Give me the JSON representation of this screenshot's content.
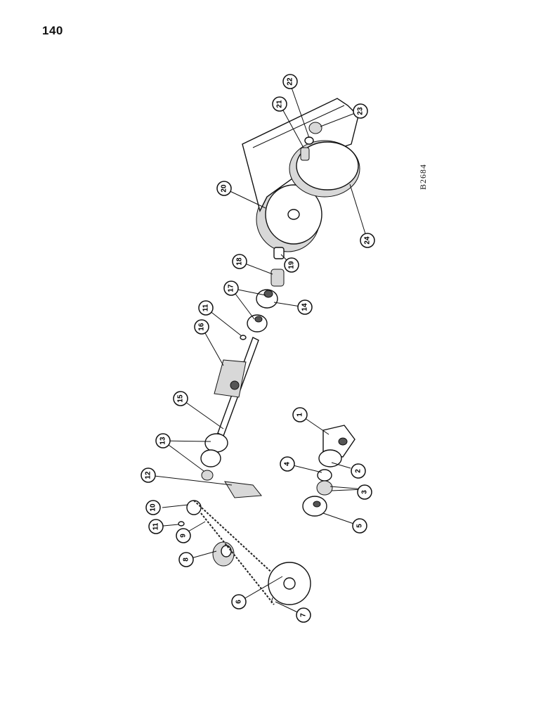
{
  "page": {
    "number": "140",
    "figure_code": "B2684"
  },
  "callouts": [
    {
      "label": "1"
    },
    {
      "label": "2"
    },
    {
      "label": "3"
    },
    {
      "label": "4"
    },
    {
      "label": "5"
    },
    {
      "label": "6"
    },
    {
      "label": "7"
    },
    {
      "label": "8"
    },
    {
      "label": "9"
    },
    {
      "label": "10"
    },
    {
      "label": "11"
    },
    {
      "label": "11"
    },
    {
      "label": "12"
    },
    {
      "label": "13"
    },
    {
      "label": "14"
    },
    {
      "label": "15"
    },
    {
      "label": "16"
    },
    {
      "label": "17"
    },
    {
      "label": "18"
    },
    {
      "label": "19"
    },
    {
      "label": "20"
    },
    {
      "label": "21"
    },
    {
      "label": "22"
    },
    {
      "label": "23"
    },
    {
      "label": "24"
    }
  ]
}
